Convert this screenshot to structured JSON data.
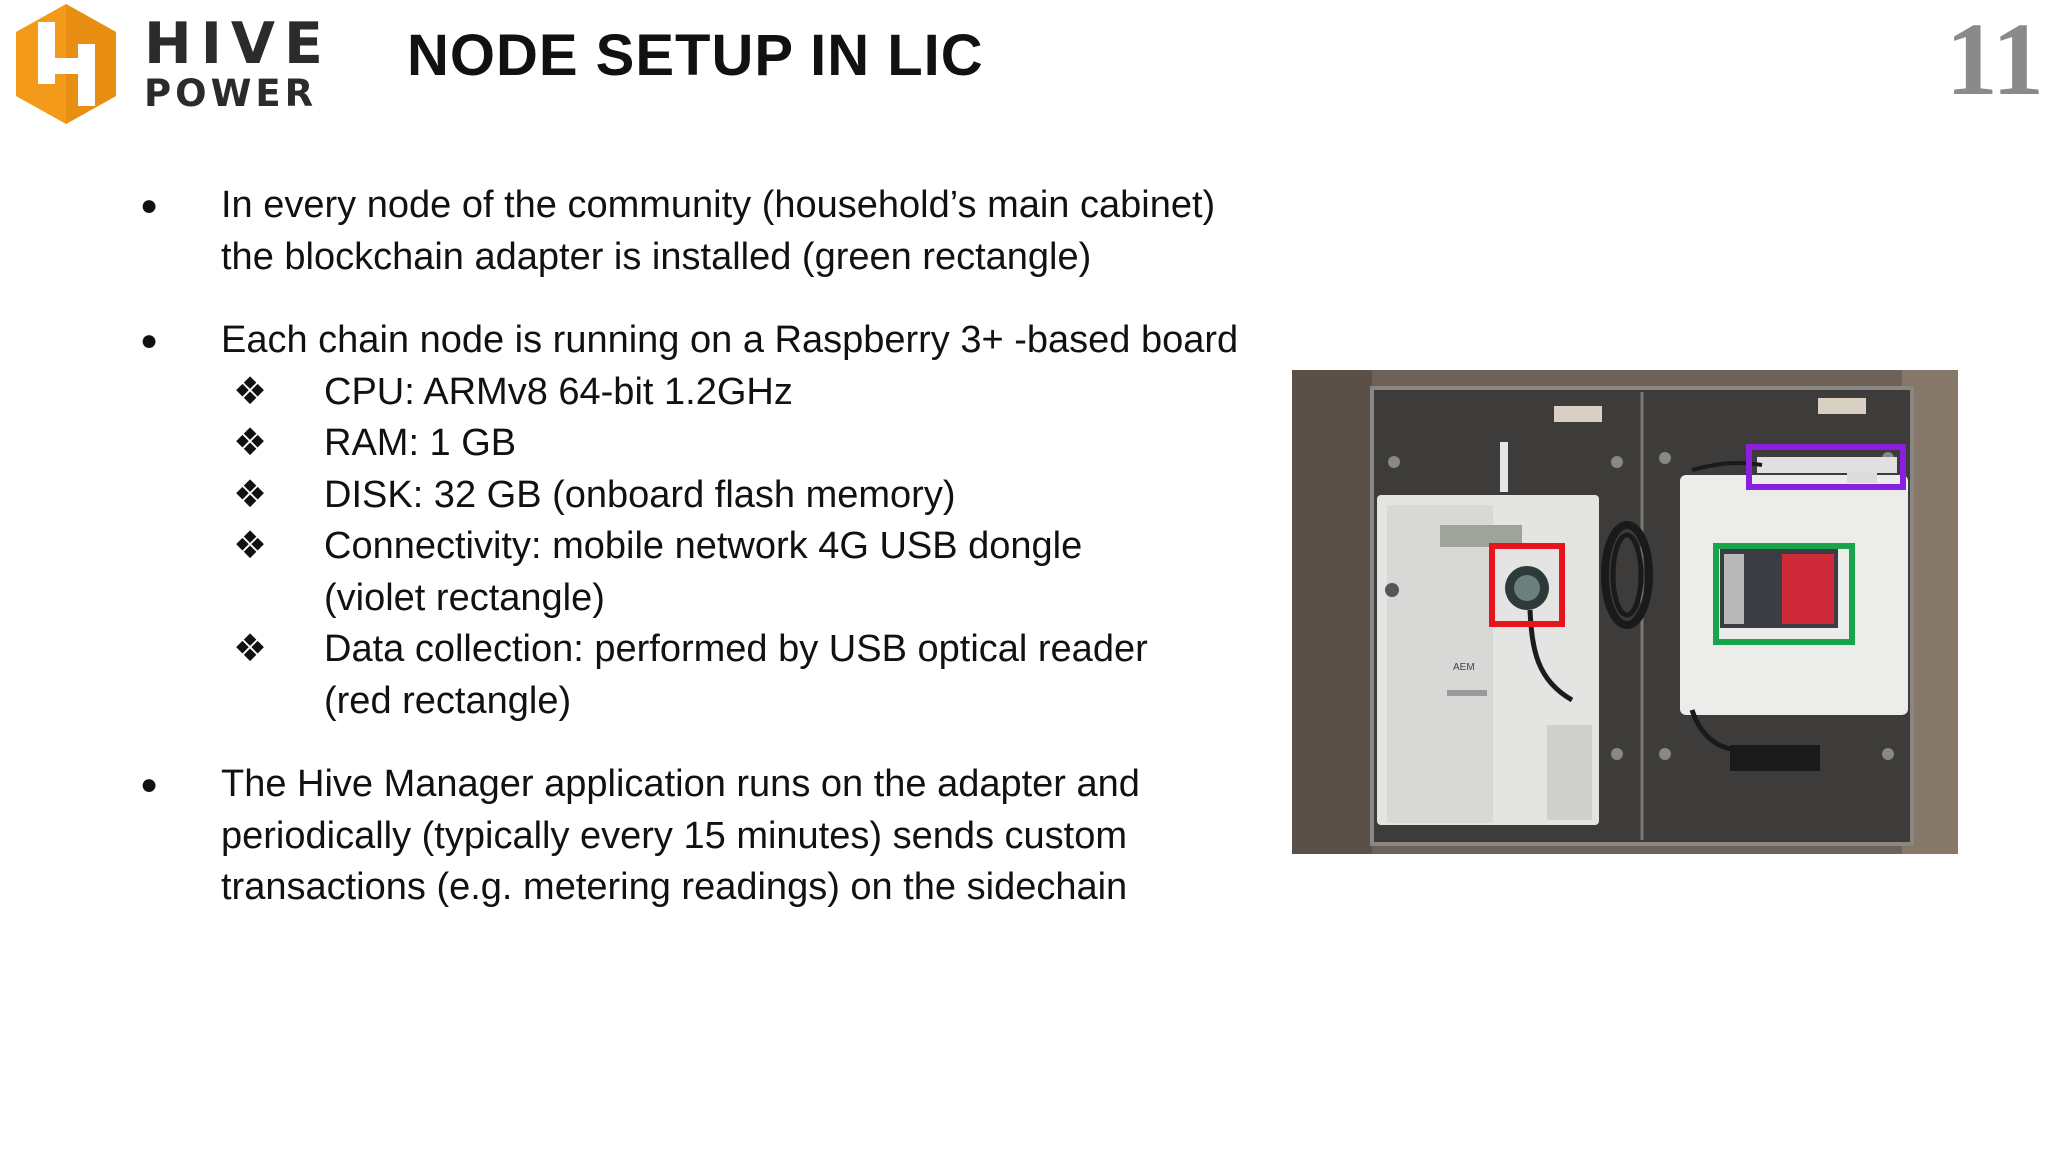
{
  "logo": {
    "line1": "HIVE",
    "line2": "POWER",
    "colors": {
      "mark": "#f39a1a",
      "mark_dark": "#d97e0c",
      "text": "#2b2b2b"
    }
  },
  "slide": {
    "title": "NODE SETUP IN LIC",
    "page_number": "11"
  },
  "bullets": [
    {
      "marker": "●",
      "lines": [
        "In every node of the community (household’s main cabinet)",
        "the blockchain adapter is installed (green rectangle)"
      ]
    },
    {
      "marker": "●",
      "lines": [
        "Each chain node is running on a Raspberry 3+ -based board"
      ],
      "subitems": [
        {
          "marker": "❖",
          "lines": [
            "CPU: ARMv8 64-bit 1.2GHz"
          ]
        },
        {
          "marker": "❖",
          "lines": [
            "RAM: 1 GB"
          ]
        },
        {
          "marker": "❖",
          "lines": [
            "DISK: 32 GB (onboard flash memory)"
          ]
        },
        {
          "marker": "❖",
          "lines": [
            "Connectivity: mobile network 4G USB dongle",
            "(violet rectangle)"
          ]
        },
        {
          "marker": "❖",
          "lines": [
            "Data collection: performed by USB optical reader",
            "(red rectangle)"
          ]
        }
      ]
    },
    {
      "marker": "●",
      "lines": [
        "The Hive Manager application runs on the adapter and",
        "periodically (typically every 15 minutes) sends custom",
        "transactions (e.g. metering readings) on the sidechain"
      ]
    }
  ],
  "photo": {
    "meter_label": "AEM",
    "highlight_colors": {
      "usb_reader": "#e8141c",
      "adapter": "#19a34a",
      "usb_dongle": "#8a1fe0"
    }
  }
}
